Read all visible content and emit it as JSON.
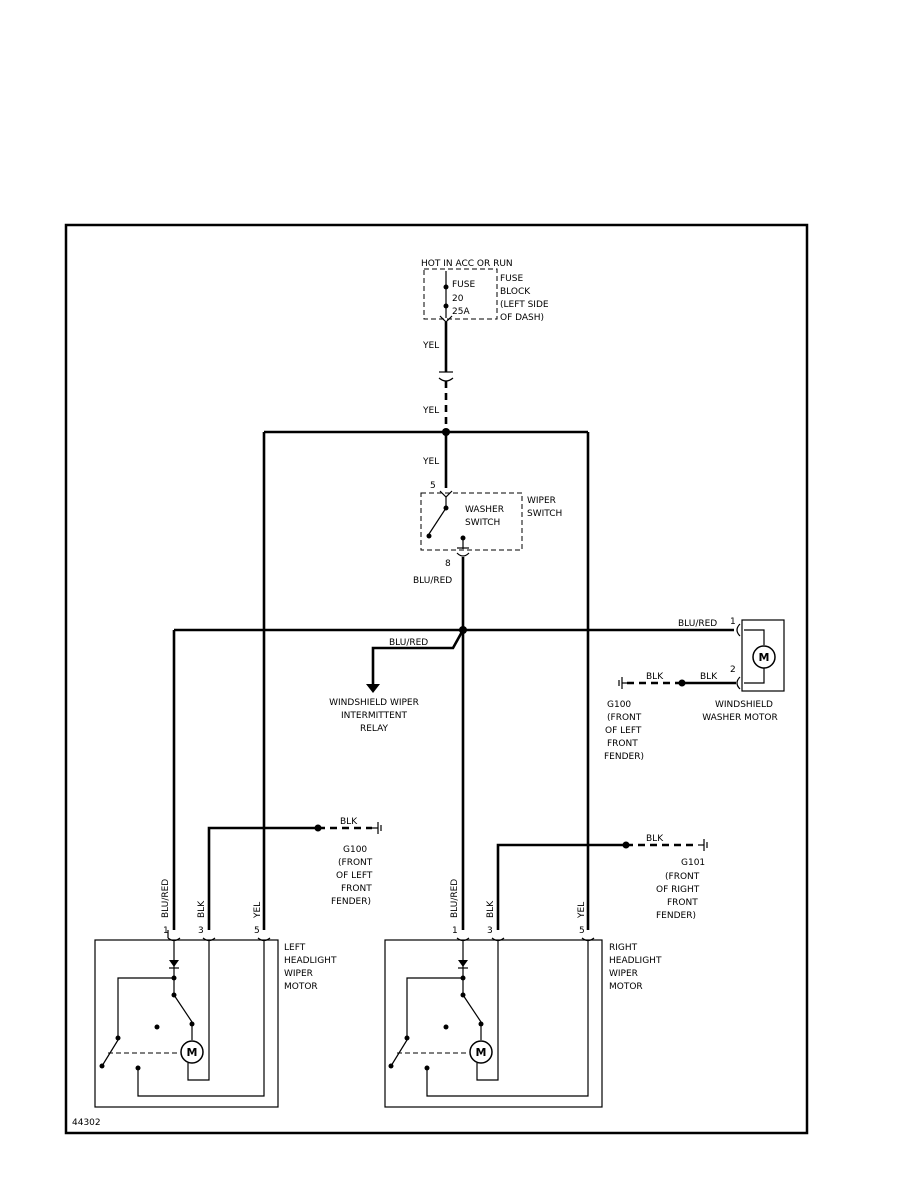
{
  "power": {
    "source": "HOT IN ACC OR RUN",
    "fuse_label": "FUSE",
    "fuse_number": "20",
    "fuse_rating": "25A",
    "fuse_block_line1": "FUSE",
    "fuse_block_line2": "BLOCK",
    "fuse_block_line3": "(LEFT SIDE",
    "fuse_block_line4": "OF DASH)"
  },
  "wires": {
    "yel": "YEL",
    "blu_red": "BLU/RED",
    "blk": "BLK"
  },
  "wiper_switch": {
    "name_line1": "WIPER",
    "name_line2": "SWITCH",
    "washer_line1": "WASHER",
    "washer_line2": "SWITCH",
    "pin_in": "5",
    "pin_out": "8"
  },
  "relay": {
    "line1": "WINDSHIELD WIPER",
    "line2": "INTERMITTENT",
    "line3": "RELAY"
  },
  "washer_motor": {
    "line1": "WINDSHIELD",
    "line2": "WASHER MOTOR",
    "pin1": "1",
    "pin2": "2",
    "symbol": "M"
  },
  "grounds": {
    "g100a": {
      "id": "G100",
      "l1": "(FRONT",
      "l2": "OF LEFT",
      "l3": "FRONT",
      "l4": "FENDER)"
    },
    "g100b": {
      "id": "G100",
      "l1": "(FRONT",
      "l2": "OF LEFT",
      "l3": "FRONT",
      "l4": "FENDER)"
    },
    "g101": {
      "id": "G101",
      "l1": "(FRONT",
      "l2": "OF RIGHT",
      "l3": "FRONT",
      "l4": "FENDER)"
    }
  },
  "left_motor": {
    "line1": "LEFT",
    "line2": "HEADLIGHT",
    "line3": "WIPER",
    "line4": "MOTOR",
    "pin1": "1",
    "pin2": "3",
    "pin3": "5",
    "symbol": "M"
  },
  "right_motor": {
    "line1": "RIGHT",
    "line2": "HEADLIGHT",
    "line3": "WIPER",
    "line4": "MOTOR",
    "pin1": "1",
    "pin2": "3",
    "pin3": "5",
    "symbol": "M"
  },
  "diagram_id": "44302"
}
